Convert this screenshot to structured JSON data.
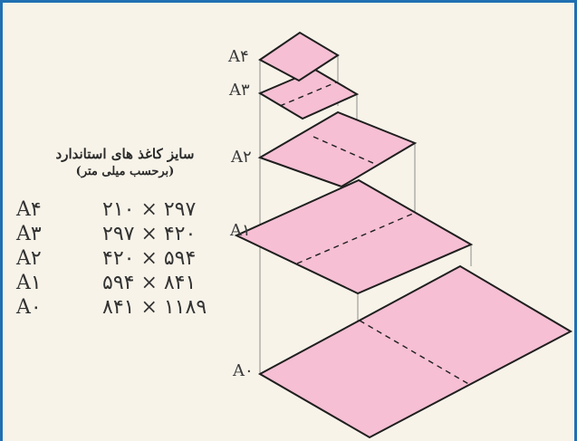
{
  "title": {
    "line1": "سایز کاغذ های استاندارد",
    "line2": "(برحسب میلی متر)"
  },
  "sizes": [
    {
      "label": "A۴",
      "value": "۲۱۰ × ۲۹۷"
    },
    {
      "label": "A۳",
      "value": "۲۹۷ × ۴۲۰"
    },
    {
      "label": "A۲",
      "value": "۴۲۰ × ۵۹۴"
    },
    {
      "label": "A۱",
      "value": "۵۹۴ × ۸۴۱"
    },
    {
      "label": "A۰",
      "value": "۸۴۱ × ۱۱۸۹"
    }
  ],
  "diagram": {
    "labels": {
      "a4": "A۴",
      "a3": "A۳",
      "a2": "A۲",
      "a1": "A۱",
      "a0": "A۰"
    },
    "colors": {
      "sheet_fill": "#f6bfd3",
      "sheet_stroke": "#1f1f1f",
      "guide_line": "#8c8c8c",
      "border": "#1f6fb2"
    }
  }
}
